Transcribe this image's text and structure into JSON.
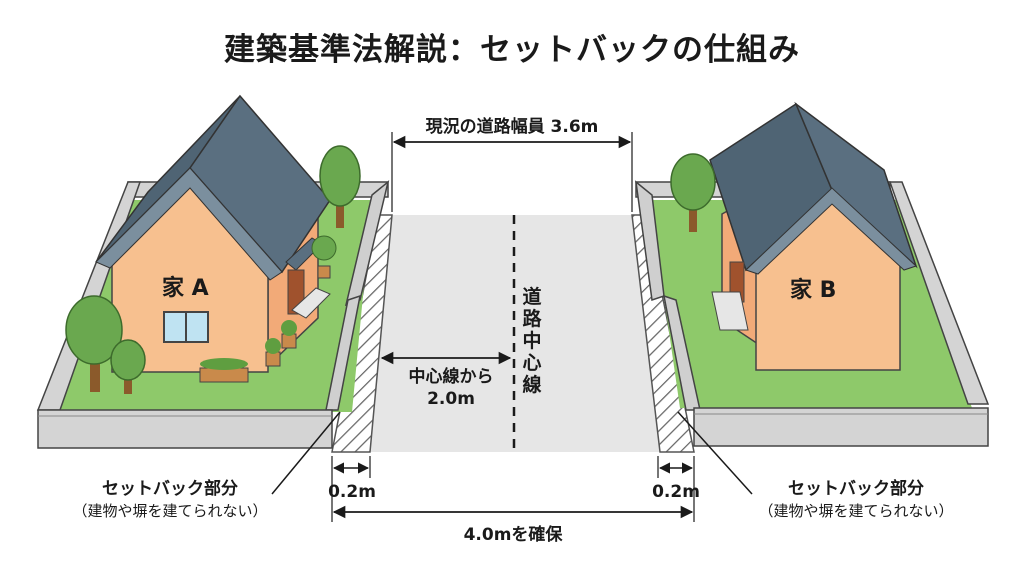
{
  "title": "建築基準法解説：セットバックの仕組み",
  "road_width_current": "現況の道路幅員 3.6m",
  "centerline_label": "道路中心線",
  "from_center": {
    "line1": "中心線から",
    "line2": "2.0m"
  },
  "house_a": "家 A",
  "house_b": "家 B",
  "setback_left": {
    "label": "セットバック部分",
    "note": "（建物や塀を建てられない）"
  },
  "setback_right": {
    "label": "セットバック部分",
    "note": "（建物や塀を建てられない）"
  },
  "setback_width_left": "0.2m",
  "setback_width_right": "0.2m",
  "secured_width": "4.0mを確保",
  "colors": {
    "roof": "#5a6f80",
    "wall": "#f7c08f",
    "lawn": "#8ec96a",
    "road": "#e6e6e6",
    "fence": "#d4d4d4",
    "tree": "#6aa84f",
    "trunk": "#8b5a2b"
  }
}
